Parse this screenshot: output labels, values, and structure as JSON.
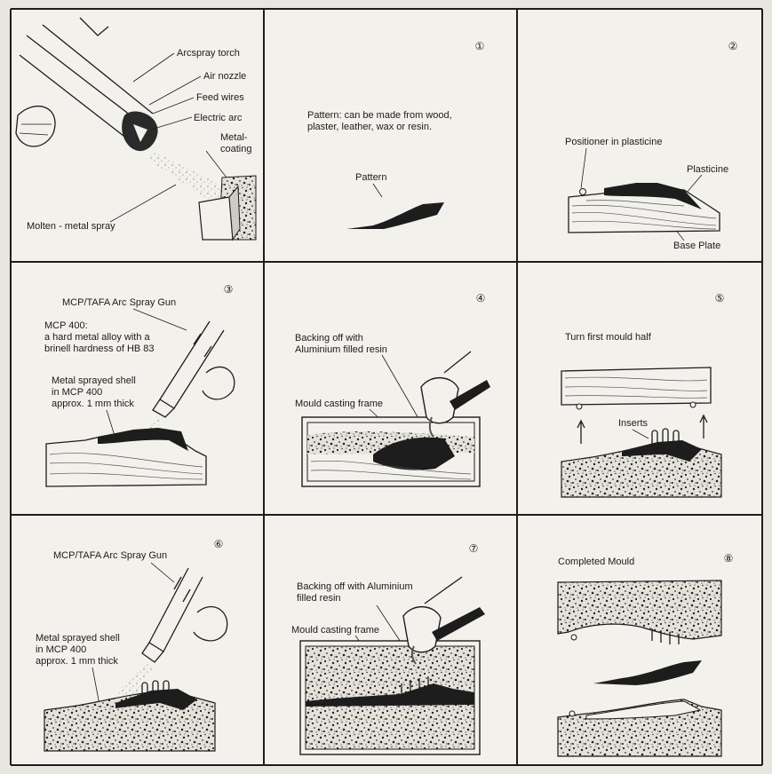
{
  "panels": {
    "p0": {
      "labels": [
        "Arcspray torch",
        "Air nozzle",
        "Feed wires",
        "Electric arc",
        "Metal-",
        "coating",
        "Molten - metal spray"
      ]
    },
    "p1": {
      "step": "①",
      "labels": [
        "Pattern: can be made from wood,",
        "plaster, leather, wax or resin.",
        "Pattern"
      ]
    },
    "p2": {
      "step": "②",
      "labels": [
        "Positioner in plasticine",
        "Plasticine",
        "Base Plate"
      ]
    },
    "p3": {
      "step": "③",
      "labels": [
        "MCP/TAFA Arc Spray Gun",
        "MCP 400:",
        "a hard metal alloy with a",
        "brinell hardness of HB 83",
        "Metal sprayed shell",
        "in MCP 400",
        "approx. 1 mm thick"
      ]
    },
    "p4": {
      "step": "④",
      "labels": [
        "Backing off with",
        "Aluminium filled resin",
        "Mould casting frame"
      ]
    },
    "p5": {
      "step": "⑤",
      "labels": [
        "Turn first mould half",
        "Inserts"
      ]
    },
    "p6": {
      "step": "⑥",
      "labels": [
        "MCP/TAFA Arc Spray Gun",
        "Metal sprayed shell",
        "in MCP 400",
        "approx. 1 mm thick"
      ]
    },
    "p7": {
      "step": "⑦",
      "labels": [
        "Backing off with Aluminium",
        "filled resin",
        "Mould casting frame"
      ]
    },
    "p8": {
      "step": "⑧",
      "labels": [
        "Completed Mould"
      ]
    }
  }
}
